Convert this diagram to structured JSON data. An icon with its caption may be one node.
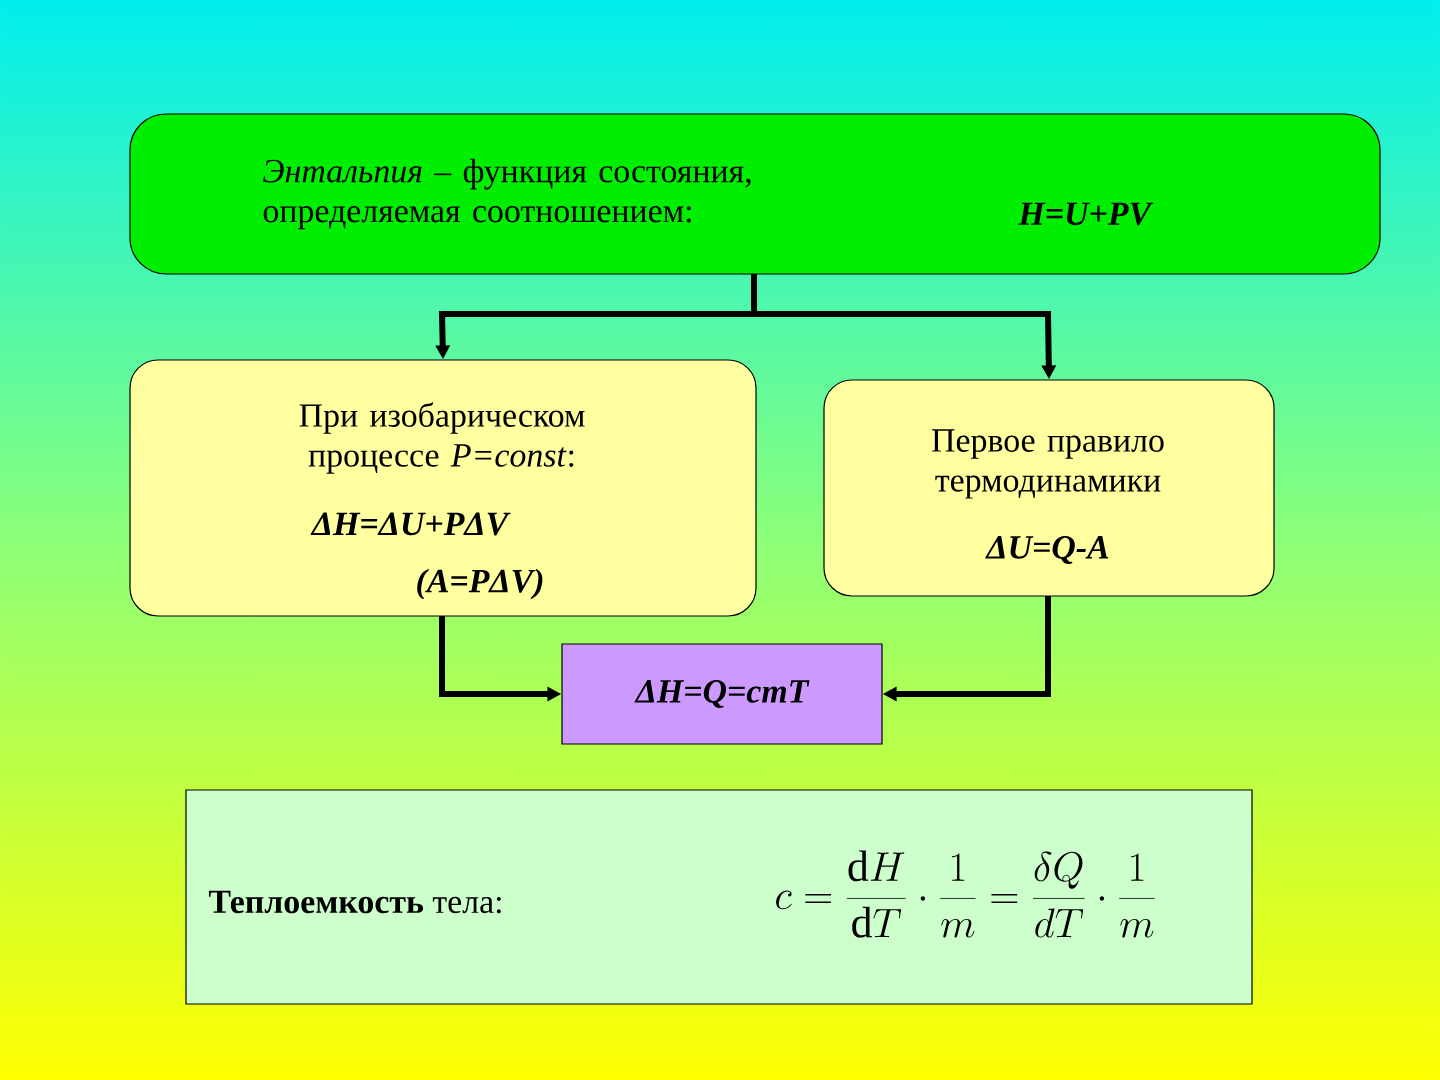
{
  "diagram": {
    "nodes": [
      {
        "text": [
          "*Энтальпия* – функция состояния, определяемая соотношением:",
          "H=U+PV"
        ]
      },
      {
        "text": [
          "При изобарическом процессе *P=const*:",
          "ΔH=ΔU+PΔV",
          "(A=PΔV)"
        ]
      },
      {
        "text": [
          "Первое правило термодинамики",
          "ΔU=Q-A"
        ]
      },
      {
        "text": [
          "ΔH=Q=cmT"
        ]
      },
      {
        "text": [
          "**Теплоемкость** тела:",
          "c=\\frac{\\mathrm{d}H}{\\mathrm{d}T}\\cdot\\frac{1}{m}=\\frac{\\delta Q}{dT}\\cdot\\frac{1}{m}"
        ]
      }
    ],
    "edges": [
      {
        "from": 0,
        "to": 1,
        "arrow": "to"
      },
      {
        "from": 0,
        "to": 2,
        "arrow": "to"
      },
      {
        "from": 1,
        "to": 3,
        "arrow": "to"
      },
      {
        "from": 2,
        "to": 3,
        "arrow": "to"
      }
    ]
  }
}
